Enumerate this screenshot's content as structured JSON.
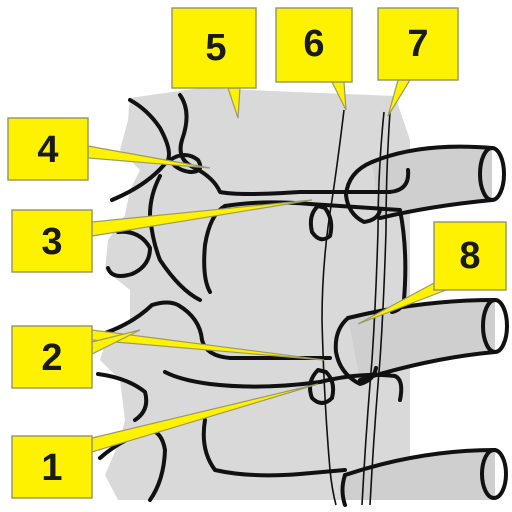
{
  "colors": {
    "background": "#ffffff",
    "bone_fill": "#d9d9d9",
    "outline": "#111111",
    "label_fill": "#fff200",
    "label_border": "#9a9a66",
    "pointer_fill": "#fff200"
  },
  "labels": [
    {
      "id": "1",
      "text": "1"
    },
    {
      "id": "2",
      "text": "2"
    },
    {
      "id": "3",
      "text": "3"
    },
    {
      "id": "4",
      "text": "4"
    },
    {
      "id": "5",
      "text": "5"
    },
    {
      "id": "6",
      "text": "6"
    },
    {
      "id": "7",
      "text": "7"
    },
    {
      "id": "8",
      "text": "8"
    }
  ]
}
